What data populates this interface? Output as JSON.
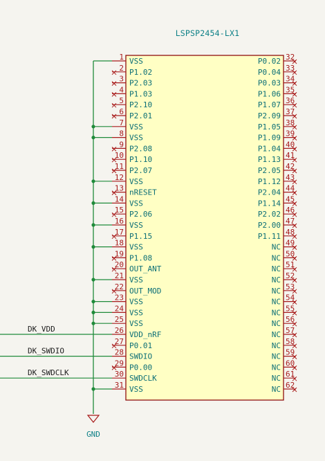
{
  "component": {
    "reference": "LSPSP2454-LX1",
    "body_fill": "#ffffc4",
    "body_stroke": "#8e0f0f",
    "pin_color": "#a81b1b",
    "wire_color": "#1f8a3a",
    "left_pins": [
      {
        "num": "1",
        "name": "VSS"
      },
      {
        "num": "2",
        "name": "P1.02"
      },
      {
        "num": "3",
        "name": "P2.03"
      },
      {
        "num": "4",
        "name": "P1.03"
      },
      {
        "num": "5",
        "name": "P2.10"
      },
      {
        "num": "6",
        "name": "P2.01"
      },
      {
        "num": "7",
        "name": "VSS"
      },
      {
        "num": "8",
        "name": "VSS"
      },
      {
        "num": "9",
        "name": "P2.08"
      },
      {
        "num": "10",
        "name": "P1.10"
      },
      {
        "num": "11",
        "name": "P2.07"
      },
      {
        "num": "12",
        "name": "VSS"
      },
      {
        "num": "13",
        "name": "nRESET"
      },
      {
        "num": "14",
        "name": "VSS"
      },
      {
        "num": "15",
        "name": "P2.06"
      },
      {
        "num": "16",
        "name": "VSS"
      },
      {
        "num": "17",
        "name": "P1.15"
      },
      {
        "num": "18",
        "name": "VSS"
      },
      {
        "num": "19",
        "name": "P1.08"
      },
      {
        "num": "20",
        "name": "OUT_ANT"
      },
      {
        "num": "21",
        "name": "VSS"
      },
      {
        "num": "22",
        "name": "OUT_MOD"
      },
      {
        "num": "23",
        "name": "VSS"
      },
      {
        "num": "24",
        "name": "VSS"
      },
      {
        "num": "25",
        "name": "VSS"
      },
      {
        "num": "26",
        "name": "VDD_nRF"
      },
      {
        "num": "27",
        "name": "P0.01"
      },
      {
        "num": "28",
        "name": "SWDIO"
      },
      {
        "num": "29",
        "name": "P0.00"
      },
      {
        "num": "30",
        "name": "SWDCLK"
      },
      {
        "num": "31",
        "name": "VSS"
      }
    ],
    "right_pins": [
      {
        "num": "32",
        "name": "P0.02"
      },
      {
        "num": "33",
        "name": "P0.04"
      },
      {
        "num": "34",
        "name": "P0.03"
      },
      {
        "num": "35",
        "name": "P1.06"
      },
      {
        "num": "36",
        "name": "P1.07"
      },
      {
        "num": "37",
        "name": "P2.09"
      },
      {
        "num": "38",
        "name": "P1.05"
      },
      {
        "num": "39",
        "name": "P1.09"
      },
      {
        "num": "40",
        "name": "P1.04"
      },
      {
        "num": "41",
        "name": "P1.13"
      },
      {
        "num": "42",
        "name": "P2.05"
      },
      {
        "num": "43",
        "name": "P1.12"
      },
      {
        "num": "44",
        "name": "P2.04"
      },
      {
        "num": "45",
        "name": "P1.14"
      },
      {
        "num": "46",
        "name": "P2.02"
      },
      {
        "num": "47",
        "name": "P2.00"
      },
      {
        "num": "48",
        "name": "P1.11"
      },
      {
        "num": "49",
        "name": "NC"
      },
      {
        "num": "50",
        "name": "NC"
      },
      {
        "num": "51",
        "name": "NC"
      },
      {
        "num": "52",
        "name": "NC"
      },
      {
        "num": "53",
        "name": "NC"
      },
      {
        "num": "54",
        "name": "NC"
      },
      {
        "num": "55",
        "name": "NC"
      },
      {
        "num": "56",
        "name": "NC"
      },
      {
        "num": "57",
        "name": "NC"
      },
      {
        "num": "58",
        "name": "NC"
      },
      {
        "num": "59",
        "name": "NC"
      },
      {
        "num": "60",
        "name": "NC"
      },
      {
        "num": "61",
        "name": "NC"
      },
      {
        "num": "62",
        "name": "NC"
      }
    ]
  },
  "nets": {
    "ground_label": "GND",
    "labels": [
      {
        "pin": "26",
        "text": "DK_VDD"
      },
      {
        "pin": "28",
        "text": "DK_SWDIO"
      },
      {
        "pin": "30",
        "text": "DK_SWDCLK"
      }
    ]
  }
}
